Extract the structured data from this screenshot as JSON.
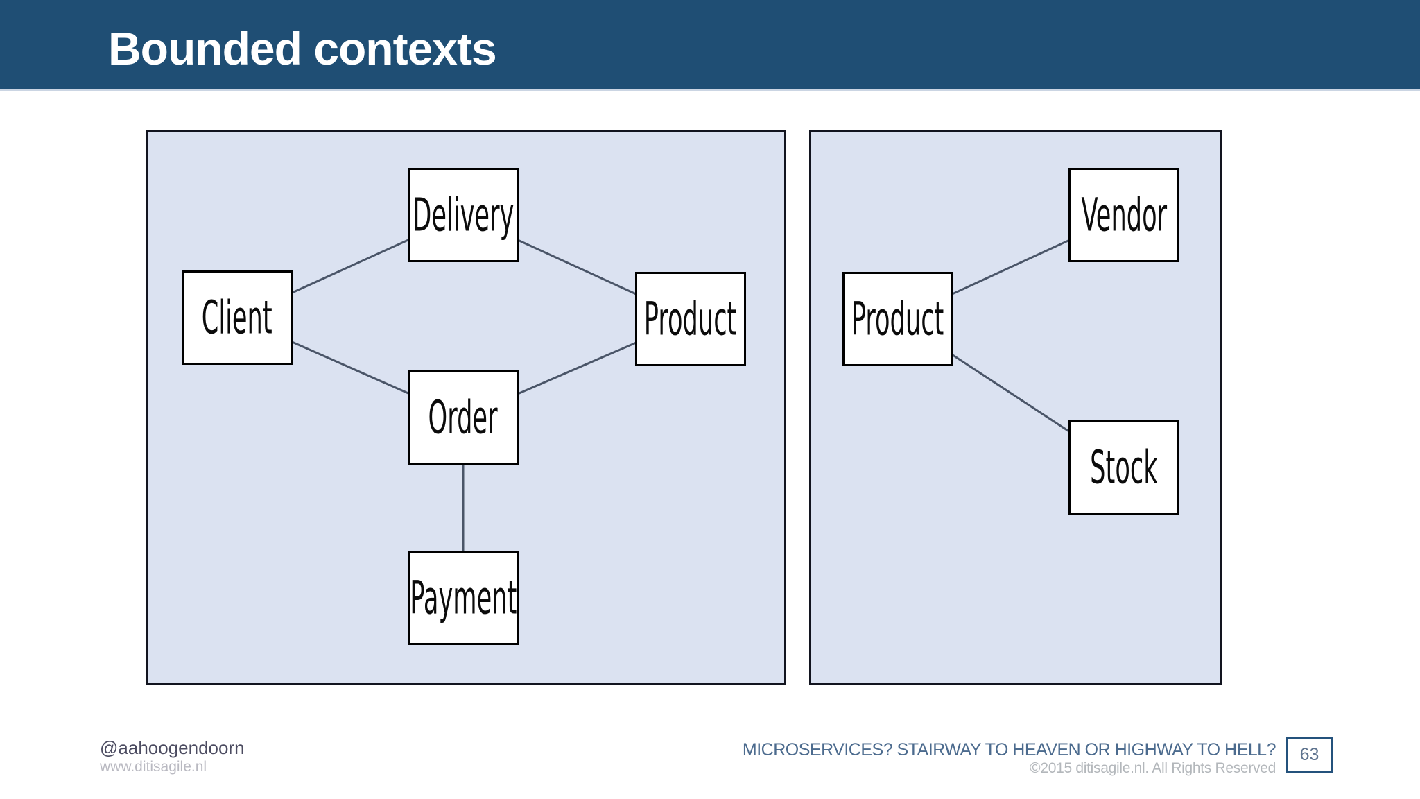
{
  "slide": {
    "title": "Bounded contexts",
    "page_number": "63"
  },
  "colors": {
    "header_bg": "#1F4E74",
    "panel_bg": "#DBE2F1",
    "panel_border": "#12141F",
    "node_fill": "#FFFFFF",
    "node_border": "#000000",
    "connector": "#4A5568",
    "footer_title_color": "#4C6B8E",
    "footer_muted_color": "#B3B7BB",
    "page_box_border": "#24527C"
  },
  "panels": [
    {
      "name": "ordering-context",
      "boxes": [
        {
          "label": "Delivery"
        },
        {
          "label": "Client"
        },
        {
          "label": "Product"
        },
        {
          "label": "Order"
        },
        {
          "label": "Payment"
        }
      ],
      "connections": [
        {
          "from": "Client",
          "to": "Delivery"
        },
        {
          "from": "Client",
          "to": "Order"
        },
        {
          "from": "Delivery",
          "to": "Product"
        },
        {
          "from": "Order",
          "to": "Product"
        },
        {
          "from": "Order",
          "to": "Payment"
        }
      ]
    },
    {
      "name": "inventory-context",
      "boxes": [
        {
          "label": "Product"
        },
        {
          "label": "Vendor"
        },
        {
          "label": "Stock"
        }
      ],
      "connections": [
        {
          "from": "Product",
          "to": "Vendor"
        },
        {
          "from": "Product",
          "to": "Stock"
        }
      ]
    }
  ],
  "footer": {
    "handle": "@aahoogendoorn",
    "website": "www.ditisagile.nl",
    "presentation_title": "MICROSERVICES? STAIRWAY TO HEAVEN OR HIGHWAY TO HELL?",
    "copyright": "©2015 ditisagile.nl. All Rights Reserved"
  }
}
